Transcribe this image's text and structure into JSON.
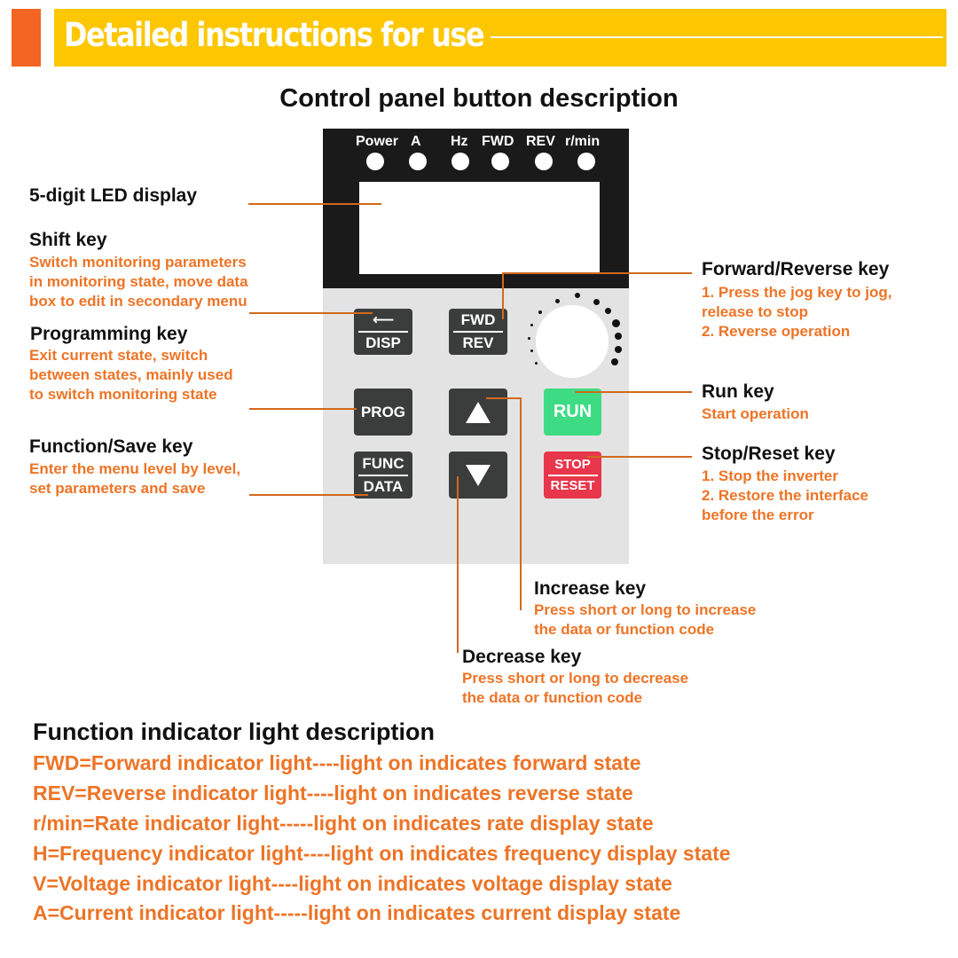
{
  "header": {
    "title": "Detailed instructions for use"
  },
  "subtitle": "Control panel button description",
  "panel": {
    "indicators": [
      "Power",
      "A",
      "Hz",
      "FWD",
      "REV",
      "r/min"
    ],
    "keys": {
      "disp_top": "⟵",
      "disp_bottom": "DISP",
      "fwd": "FWD",
      "rev": "REV",
      "prog": "PROG",
      "run": "RUN",
      "func": "FUNC",
      "data": "DATA",
      "stop": "STOP",
      "reset": "RESET",
      "up_icon": "triangle-up-icon",
      "down_icon": "triangle-down-icon"
    }
  },
  "labels": {
    "led": {
      "title": "5-digit LED display"
    },
    "shift": {
      "title": "Shift key",
      "lines": [
        "Switch monitoring parameters",
        "in monitoring state, move data",
        "box to edit in secondary menu"
      ]
    },
    "prog": {
      "title": "Programming key",
      "lines": [
        "Exit current state, switch",
        "between states, mainly used",
        "to switch monitoring state"
      ]
    },
    "func": {
      "title": "Function/Save key",
      "lines": [
        "Enter the menu level by level,",
        "set parameters and save"
      ]
    },
    "fwdrev": {
      "title": "Forward/Reverse key",
      "lines": [
        "1. Press the jog key to jog,",
        "release to stop",
        "2. Reverse operation"
      ]
    },
    "run": {
      "title": "Run key",
      "lines": [
        "Start operation"
      ]
    },
    "stop": {
      "title": "Stop/Reset key",
      "lines": [
        "1. Stop the inverter",
        "2. Restore the interface",
        "before the error"
      ]
    },
    "increase": {
      "title": "Increase key",
      "lines": [
        "Press short or long to increase",
        "the data or function code"
      ]
    },
    "decrease": {
      "title": "Decrease key",
      "lines": [
        "Press short or long to decrease",
        "the data or function code"
      ]
    }
  },
  "indicator_section": {
    "title": "Function indicator light description",
    "items": [
      "FWD=Forward indicator light----light on indicates forward state",
      "REV=Reverse indicator light----light on indicates reverse state",
      "r/min=Rate indicator light-----light on indicates rate display state",
      "H=Frequency indicator light----light on indicates frequency display state",
      "V=Voltage indicator light----light on indicates voltage display state",
      "A=Current indicator light-----light on indicates current display state"
    ]
  },
  "colors": {
    "accent_orange": "#ED7426",
    "banner_orange": "#F26522",
    "banner_yellow": "#FCC700",
    "run_green": "#3DDC84",
    "stop_red": "#E8364B",
    "key_gray": "#3B3D3D",
    "panel_gray": "#E3E3E3"
  }
}
